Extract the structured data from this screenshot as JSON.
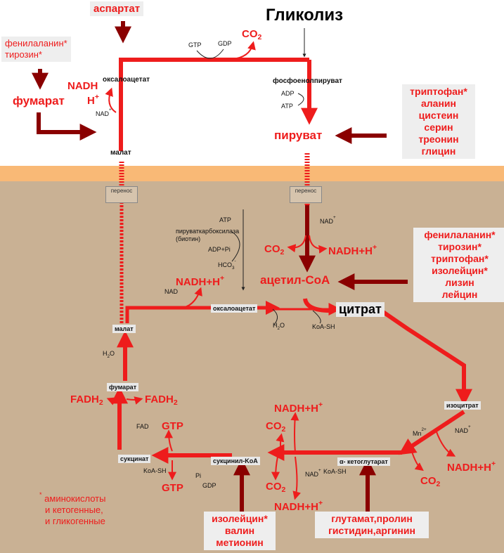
{
  "title": "Гликолиз",
  "top_inputs": {
    "aspartate": "аспартат",
    "phe_tyr": [
      "фенилаланин*",
      "тирозин*"
    ],
    "fumarate_cyto": "фумарат",
    "pyruvate_group": [
      "триптофан*",
      "аланин",
      "цистеин",
      "серин",
      "треонин",
      "глицин"
    ]
  },
  "cyto": {
    "oxaloacetate": "оксалоацетат",
    "pep": "фосфоенолпируват",
    "pyruvate": "пируват",
    "malate": "малат",
    "gtp": "GTP",
    "gdp": "GDP",
    "co2": "CO",
    "co2_sub": "2",
    "adp": "ADP",
    "atp": "ATP",
    "nadh": "NADH",
    "h": "H",
    "h_sup": "+",
    "nad": "NAD",
    "nad_sup": "+"
  },
  "membrane": {
    "transfer_left": "перенос",
    "transfer_right": "перенос"
  },
  "matrix": {
    "nad_pdh": "NAD",
    "nad_pdh_sup": "+",
    "co2_pdh": "CO",
    "co2_pdh_sub": "2",
    "nadh_pdh": "NADH+H",
    "nadh_pdh_sup": "+",
    "acetyl_coa": "ацетил-CoA",
    "acetyl_group": [
      "фенилаланин*",
      "тирозин*",
      "триптофан*",
      "изолейцин*",
      "лизин",
      "лейцин"
    ],
    "pc_atp": "ATP",
    "pc_enzyme": [
      "пируваткарбоксилаза",
      "(биотин)"
    ],
    "pc_adp": "ADP+Pi",
    "pc_hco3": "HCO",
    "pc_hco3_sub": "3",
    "pc_hco3_sup": "-",
    "nadh_mdh": "NADH+H",
    "nadh_mdh_sup": "+",
    "nad_mdh": "NAD",
    "oxaloacetate": "оксалоацетат",
    "citrate": "цитрат",
    "h2o_cs": "H",
    "h2o_cs_sub": "2",
    "h2o_cs_tail": "O",
    "coa_cs": "KoA-SH",
    "malate": "малат",
    "h2o_fum": "H",
    "h2o_fum_sub": "2",
    "h2o_fum_tail": "O",
    "fumarate": "фумарат",
    "fadh2_left": "FADH",
    "fadh2_right": "FADH",
    "fadh_sub": "2",
    "fad": "FAD",
    "gtp_top": "GTP",
    "gtp_bottom": "GTP",
    "co2_top": "CO",
    "co2_bottom": "CO",
    "co2_sub": "2",
    "nadh_top": "NADH+H",
    "nadh_bottom": "NADH+H",
    "nadh_sup": "+",
    "succinate": "сукцинат",
    "coa_sc": "KoA-SH",
    "pi": "Pi",
    "gdp": "GDP",
    "succinyl_coa": "сукцинил-KoA",
    "nad_akg": "NAD",
    "nad_akg_sup": "+",
    "coa_akg": "KoA-SH",
    "akg": "α- кетоглутарат",
    "isocitrate": "изоцитрат",
    "mn": "Mn",
    "mn_sup": "2+",
    "nad_idh": "NAD",
    "nad_idh_sup": "+",
    "nadh_idh": "NADH+H",
    "nadh_idh_sup": "+",
    "co2_idh": "CO",
    "co2_idh_sub": "2",
    "succ_group": [
      "изолейцин*",
      "валин",
      "метионин"
    ],
    "akg_group": [
      "глутамат,пролин",
      "гистидин,аргинин"
    ],
    "footnote": [
      "аминокислоты",
      "и кетогенные,",
      "и гликогенные"
    ],
    "footnote_star": "*"
  },
  "colors": {
    "arrow": "#ee1c1c",
    "dark_arrow": "#8a0000",
    "cyto_bg": "#ffffff",
    "membrane_bg": "#f9b976",
    "matrix_bg": "#c9b194",
    "box_bg": "#eeeeee"
  }
}
